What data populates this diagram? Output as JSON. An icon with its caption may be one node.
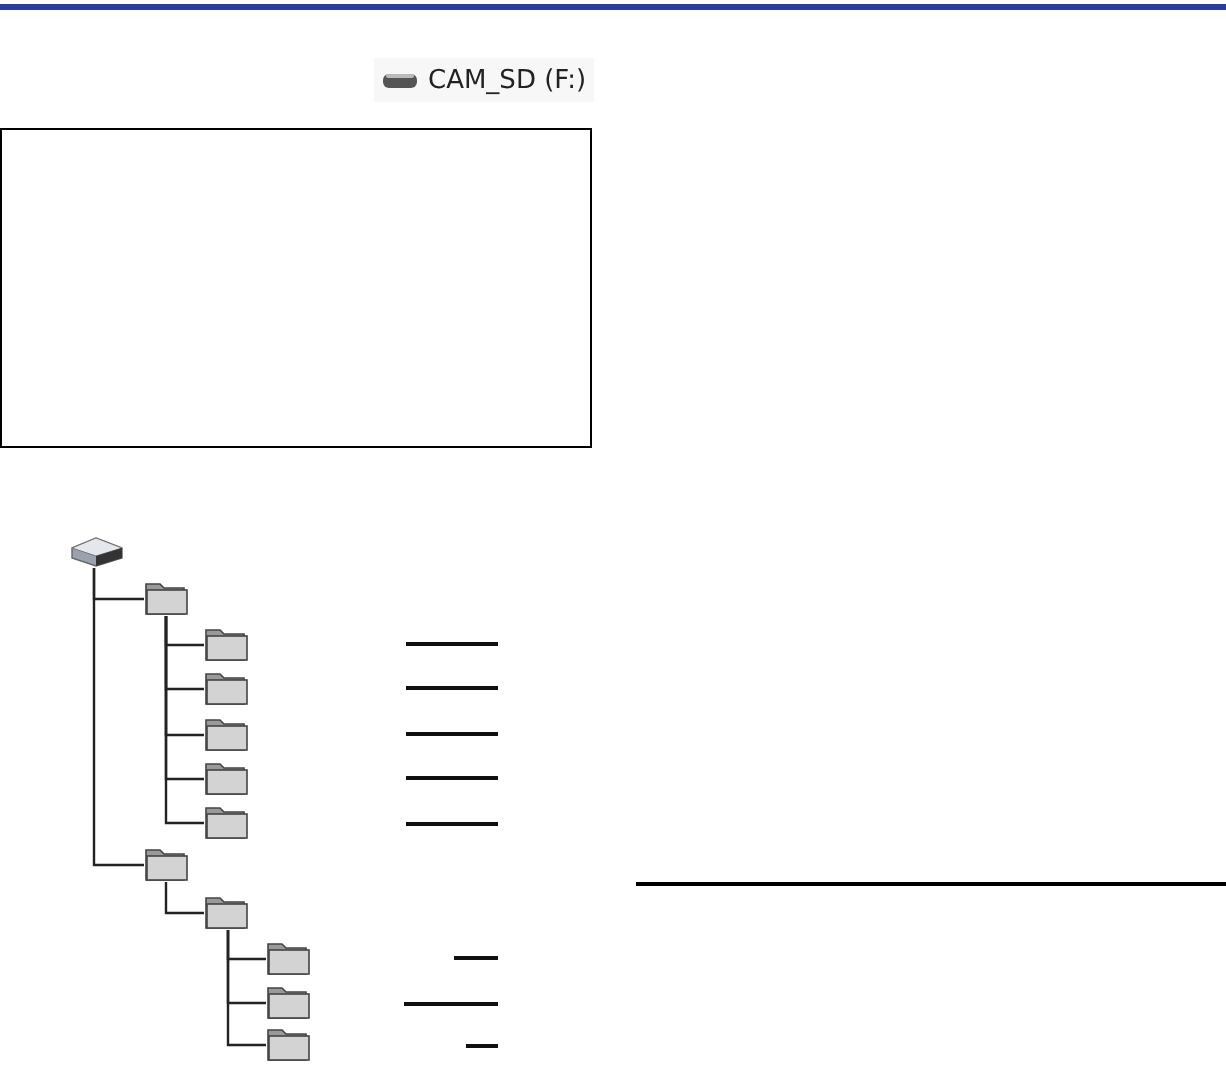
{
  "diagram": {
    "nodes": [
      {
        "text": [],
        "shape": "drive"
      },
      {
        "text": [],
        "shape": "folder"
      },
      {
        "text": [],
        "shape": "folder"
      },
      {
        "text": [],
        "shape": "folder"
      },
      {
        "text": [],
        "shape": "folder"
      },
      {
        "text": [],
        "shape": "folder"
      },
      {
        "text": [],
        "shape": "folder"
      },
      {
        "text": [],
        "shape": "folder"
      },
      {
        "text": [],
        "shape": "folder"
      },
      {
        "text": [],
        "shape": "folder"
      },
      {
        "text": [],
        "shape": "folder"
      },
      {
        "text": [],
        "shape": "folder"
      }
    ],
    "edges": [
      {
        "from": 0,
        "to": 1,
        "arrow": "none"
      },
      {
        "from": 1,
        "to": 2,
        "arrow": "none"
      },
      {
        "from": 1,
        "to": 3,
        "arrow": "none"
      },
      {
        "from": 1,
        "to": 4,
        "arrow": "none"
      },
      {
        "from": 1,
        "to": 5,
        "arrow": "none"
      },
      {
        "from": 1,
        "to": 6,
        "arrow": "none"
      },
      {
        "from": 0,
        "to": 7,
        "arrow": "none"
      },
      {
        "from": 7,
        "to": 8,
        "arrow": "none"
      },
      {
        "from": 8,
        "to": 9,
        "arrow": "none"
      },
      {
        "from": 8,
        "to": 10,
        "arrow": "none"
      },
      {
        "from": 8,
        "to": 11,
        "arrow": "none"
      }
    ],
    "labels": [
      "CAM_SD (F:)"
    ]
  }
}
